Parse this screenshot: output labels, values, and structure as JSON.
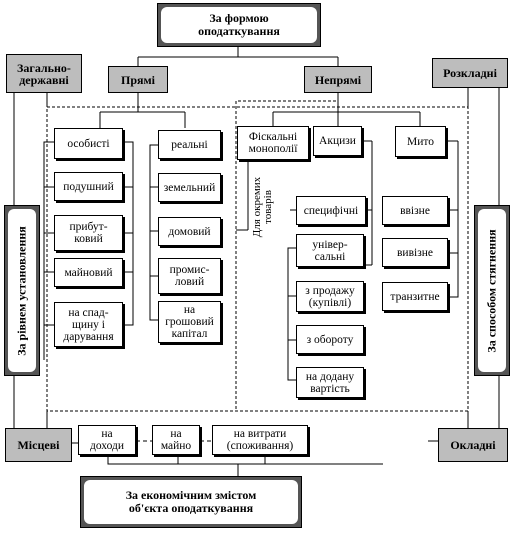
{
  "top": "За формою\nоподаткування",
  "bottom": "За економічним змістом\nоб'єкта оподаткування",
  "left_vertical": "За рівнем установлення",
  "right_vertical": "За способом стягнення",
  "corners": {
    "state": "Загально-\nдержавні",
    "local": "Місцеві",
    "distributive": "Розкладні",
    "complex": "Окладні"
  },
  "direct": {
    "label": "Прямі",
    "personal": {
      "label": "особисті",
      "items": [
        "подушний",
        "прибут-\nковий",
        "майновий",
        "на спад-\nщину і\nдарування"
      ]
    },
    "real": {
      "label": "реальні",
      "items": [
        "земельний",
        "домовий",
        "промис-\nловий",
        "на\nгрошовий\nкапітал"
      ]
    }
  },
  "indirect": {
    "label": "Непрямі",
    "fiscal_monopolies": "Фіскальні\nмонополії",
    "excises": "Акцизи",
    "customs": "Мито",
    "for_goods": "Для окремих\nтоварів",
    "specific": "специфічні",
    "universal": "універ-\nсальні",
    "universal_items": [
      "з продажу\n(купівлі)",
      "з обороту",
      "на додану\nвартість"
    ],
    "customs_items": [
      "ввізне",
      "вивізне",
      "транзитне"
    ]
  },
  "economic": [
    "на\nдоходи",
    "на\nмайно",
    "на витрати\n(споживання)"
  ]
}
